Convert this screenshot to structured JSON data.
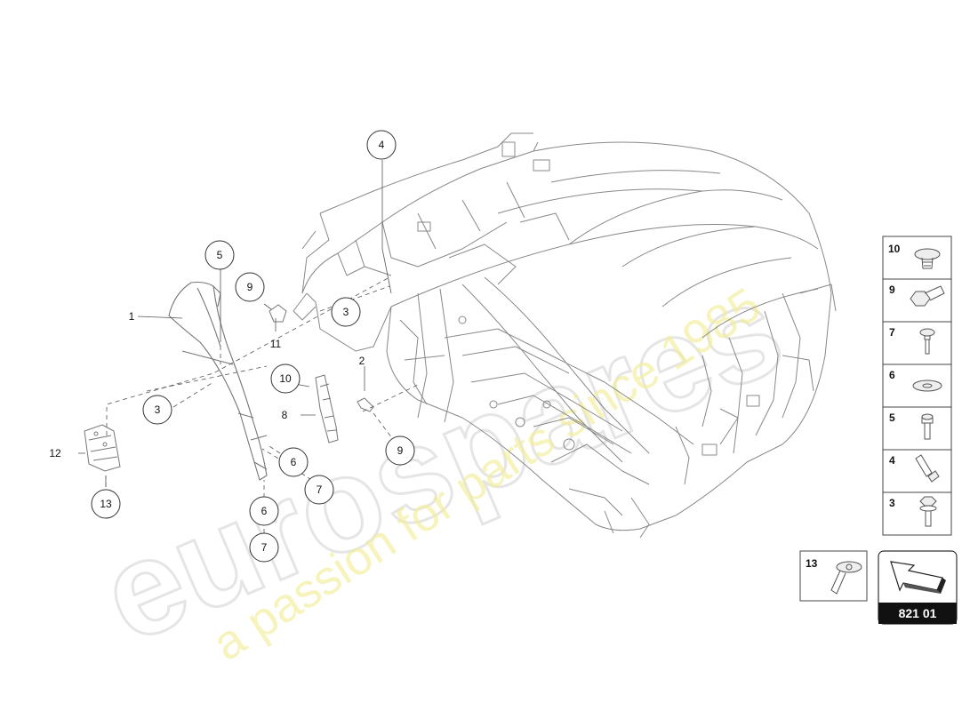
{
  "watermark": {
    "brand": "eurospares",
    "tagline": "a passion for parts since 1985"
  },
  "callouts": {
    "c1": "1",
    "c2": "2",
    "c3a": "3",
    "c3b": "3",
    "c4": "4",
    "c5": "5",
    "c6a": "6",
    "c6b": "6",
    "c7a": "7",
    "c7b": "7",
    "c8": "8",
    "c9a": "9",
    "c9b": "9",
    "c10": "10",
    "c11": "11",
    "c12": "12",
    "c13": "13"
  },
  "legend": {
    "items": [
      {
        "number": "10",
        "icon": "clip-icon"
      },
      {
        "number": "9",
        "icon": "hex-bolt-icon"
      },
      {
        "number": "7",
        "icon": "flange-screw-icon"
      },
      {
        "number": "6",
        "icon": "washer-icon"
      },
      {
        "number": "5",
        "icon": "torx-screw-icon"
      },
      {
        "number": "4",
        "icon": "expansion-nut-icon"
      },
      {
        "number": "3",
        "icon": "collar-screw-icon"
      }
    ],
    "extra": {
      "number": "13",
      "icon": "rivet-icon"
    }
  },
  "reference": {
    "code": "821 01",
    "icon": "arrow-icon"
  }
}
